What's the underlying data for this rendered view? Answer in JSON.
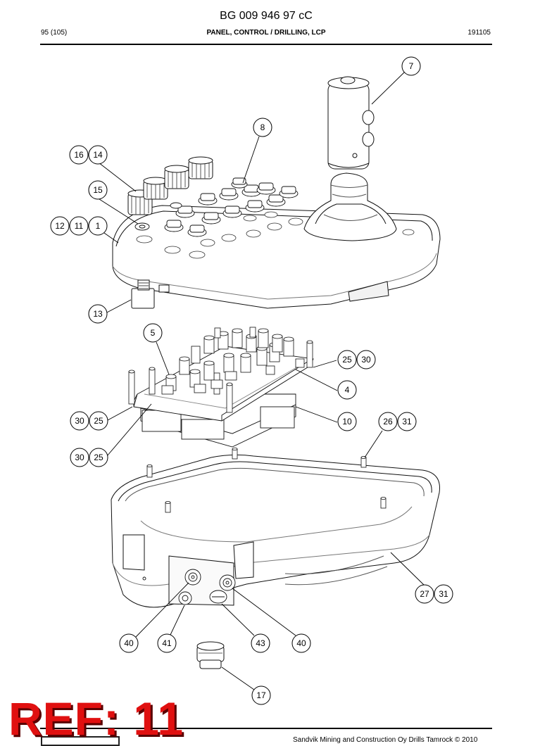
{
  "header": {
    "doc_number": "BG 009 946 97 cC",
    "page": "95 (105)",
    "title": "PANEL, CONTROL / DRILLING, LCP",
    "date_code": "191105"
  },
  "callouts": {
    "c7": "7",
    "c8": "8",
    "c16": "16",
    "c14": "14",
    "c15": "15",
    "c12": "12",
    "c11": "11",
    "c1": "1",
    "c13": "13",
    "c5": "5",
    "c25a": "25",
    "c30a": "30",
    "c4": "4",
    "c30b": "30",
    "c25b": "25",
    "c10": "10",
    "c26": "26",
    "c31a": "31",
    "c30c": "30",
    "c25c": "25",
    "c27": "27",
    "c31b": "31",
    "c40a": "40",
    "c41": "41",
    "c43": "43",
    "c40b": "40",
    "c17": "17"
  },
  "stamp": {
    "text": "REF: 11",
    "color": "#e01010"
  },
  "footer": {
    "text": "Sandvik Mining and Construction Oy Drills Tamrock © 2010"
  }
}
